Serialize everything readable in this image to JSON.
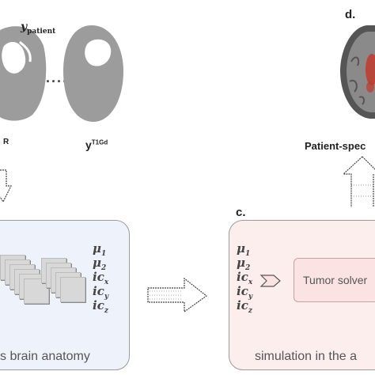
{
  "panel_d": {
    "letter": "d.",
    "caption": "Patient-spec"
  },
  "panel_c": {
    "letter": "c.",
    "caption": "simulation in the a",
    "box_label": "Tumor solver"
  },
  "panel_b": {
    "caption": "s brain anatomy"
  },
  "scan_labels": {
    "y_patient": "y",
    "y_patient_sub": "patient",
    "left": "R",
    "right": "y",
    "right_sup": "T1Gd",
    "dots": "......"
  },
  "params_b": [
    {
      "sym": "μ",
      "sub": "1"
    },
    {
      "sym": "μ",
      "sub": "2"
    },
    {
      "sym": "ic",
      "sub": "x"
    },
    {
      "sym": "ic",
      "sub": "y"
    },
    {
      "sym": "ic",
      "sub": "z"
    }
  ],
  "params_c": [
    {
      "sym": "μ",
      "sub": "1"
    },
    {
      "sym": "μ",
      "sub": "2"
    },
    {
      "sym": "ic",
      "sub": "x"
    },
    {
      "sym": "ic",
      "sub": "y"
    },
    {
      "sym": "ic",
      "sub": "z"
    }
  ],
  "colors": {
    "panel_b_bg": "#eef3fb",
    "panel_c_bg": "#fdeeee",
    "tumor_red": "#c0392b",
    "brain_gray": "#9c9c9c"
  }
}
